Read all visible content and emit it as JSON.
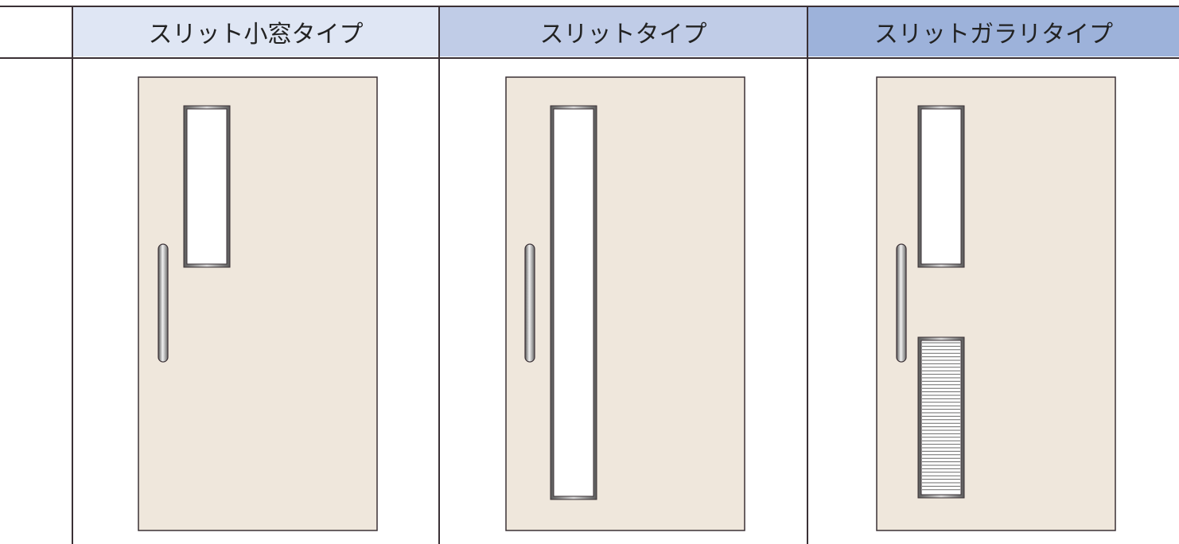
{
  "table": {
    "columns": [
      {
        "label": "スリット小窓タイプ",
        "header_color": "#dfe6f4"
      },
      {
        "label": "スリットタイプ",
        "header_color": "#c0cce7"
      },
      {
        "label": "スリットガラリタイプ",
        "header_color": "#9db2da"
      }
    ]
  },
  "colors": {
    "door_fill": "#efe7dc",
    "door_stroke": "#3a3035",
    "grid_line": "#3a3035",
    "glass": "#ffffff"
  },
  "doors": [
    {
      "type": "small-window",
      "icons": [
        "handle-icon",
        "window-icon"
      ]
    },
    {
      "type": "slit",
      "icons": [
        "handle-icon",
        "window-icon"
      ]
    },
    {
      "type": "louver",
      "icons": [
        "handle-icon",
        "window-icon",
        "louver-icon"
      ]
    }
  ]
}
